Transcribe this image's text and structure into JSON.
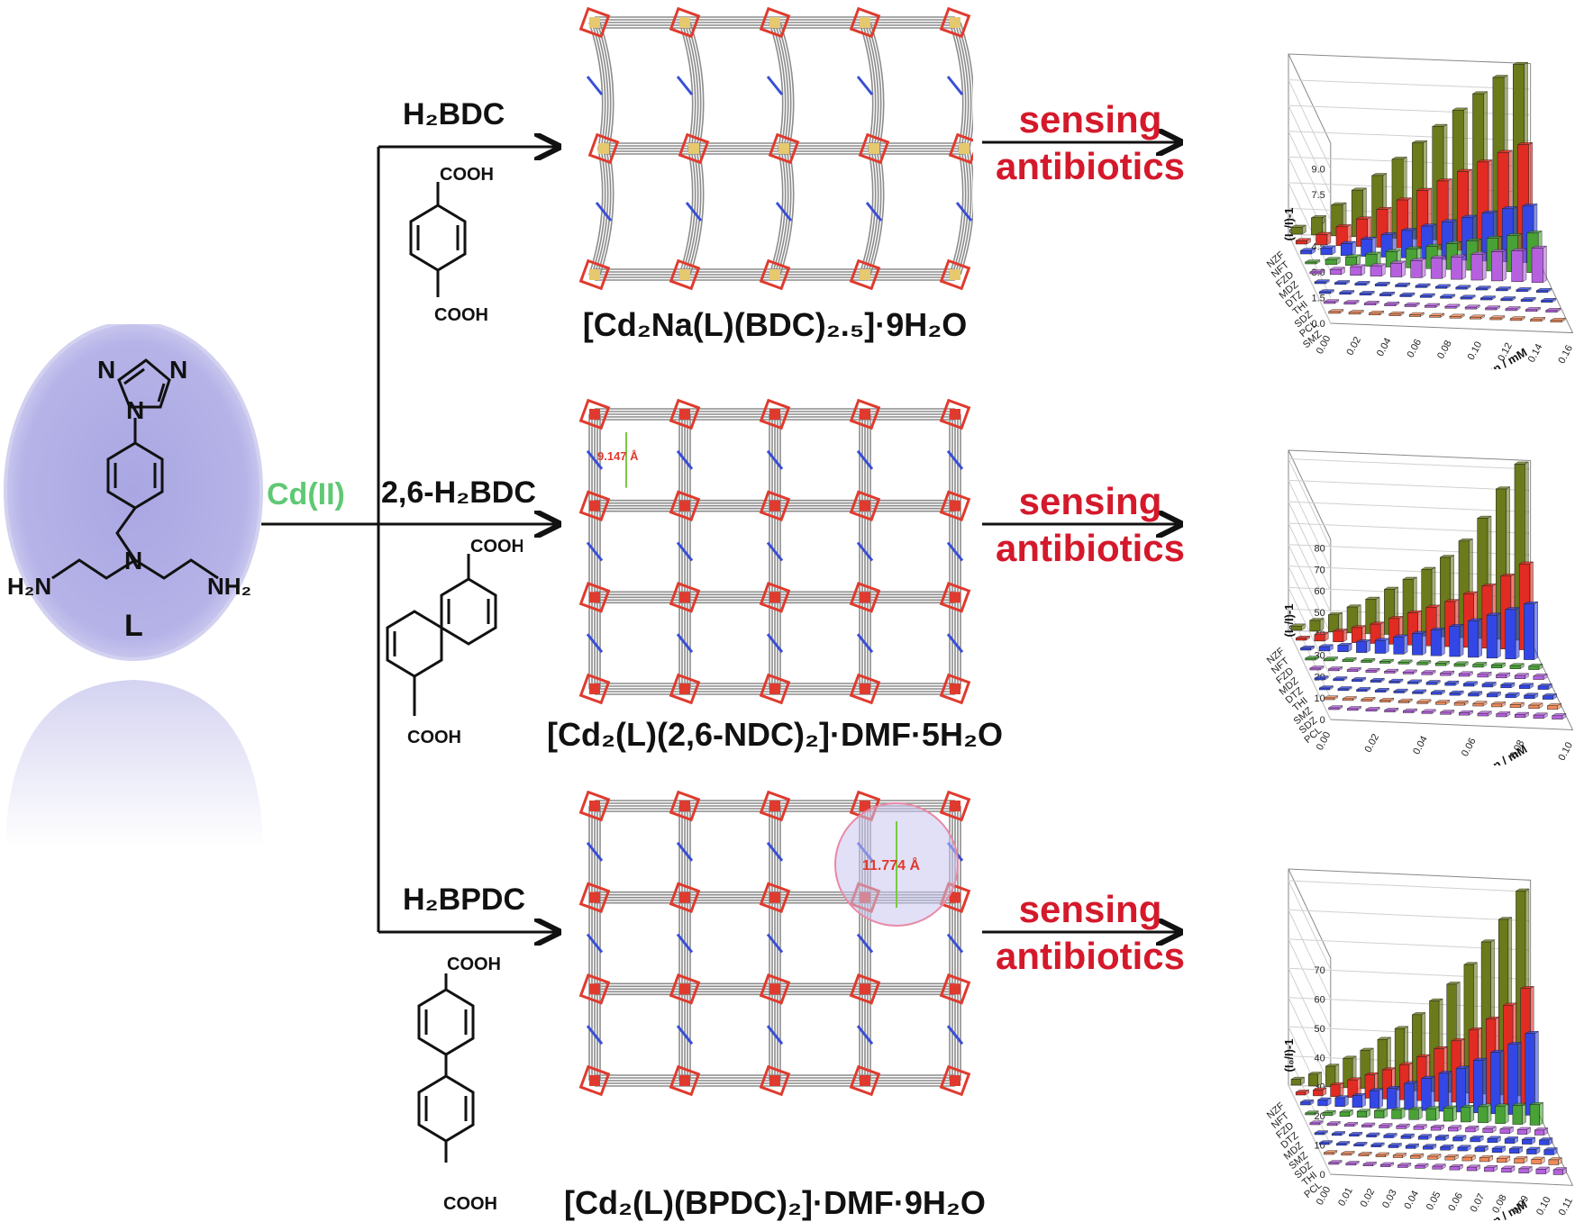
{
  "metal": {
    "label": "Cd(II)",
    "color": "#5fc873"
  },
  "ligand": {
    "label": "L",
    "atoms": {
      "n_top": "N",
      "n_left": "N",
      "n_right": "N",
      "n_amine": "N",
      "nh2_left": "H₂N",
      "nh2_right": "NH₂"
    },
    "ellipse_color": "#b3b1e6"
  },
  "routes": [
    {
      "reagent": "H₂BDC",
      "acid_label_top": "COOH",
      "acid_label_bottom": "COOH",
      "formula": "[Cd₂Na(L)(BDC)₂.₅]·9H₂O",
      "sensing_line1": "sensing",
      "sensing_line2": "antibiotics"
    },
    {
      "reagent": "2,6-H₂BDC",
      "acid_label_top": "COOH",
      "acid_label_bottom": "COOH",
      "formula": "[Cd₂(L)(2,6-NDC)₂]·DMF·5H₂O",
      "pore_label": "9.147 Å",
      "sensing_line1": "sensing",
      "sensing_line2": "antibiotics"
    },
    {
      "reagent": "H₂BPDC",
      "acid_label_top": "COOH",
      "acid_label_bottom": "COOH",
      "formula": "[Cd₂(L)(BPDC)₂]·DMF·9H₂O",
      "pore_label": "11.774 Å",
      "sensing_line1": "sensing",
      "sensing_line2": "antibiotics"
    }
  ],
  "colors": {
    "sensing": "#d4192b",
    "arrow": "#111111",
    "framework_grey": "#8c8c8c",
    "framework_red": "#e03a2e",
    "framework_blue": "#3a4fd6",
    "framework_yellow": "#e6c86e"
  },
  "chart_data": [
    {
      "type": "bar",
      "ylabel": "(I₀/I)-1",
      "xlabel": "Concentration / mM",
      "yticks": [
        "0.0",
        "1.5",
        "3.0",
        "4.5",
        "6.0",
        "7.5",
        "9.0"
      ],
      "ylim": [
        0,
        10.5
      ],
      "xticks": [
        "0.00",
        "0.02",
        "0.04",
        "0.06",
        "0.08",
        "0.10",
        "0.12",
        "0.14",
        "0.16"
      ],
      "categories": [
        "NZF",
        "NFT",
        "FZD",
        "MDZ",
        "DTZ",
        "THI",
        "SDZ",
        "PCL",
        "SMZ"
      ],
      "series": [
        {
          "name": "NZF",
          "color": "#6b7a1a",
          "values": [
            0.4,
            1.0,
            1.8,
            2.7,
            3.6,
            4.6,
            5.6,
            6.6,
            7.6,
            8.6,
            9.6,
            10.4
          ]
        },
        {
          "name": "NFT",
          "color": "#e22b22",
          "values": [
            0.2,
            0.6,
            1.1,
            1.6,
            2.2,
            2.8,
            3.4,
            4.0,
            4.6,
            5.2,
            5.8,
            6.3
          ]
        },
        {
          "name": "FZD",
          "color": "#3347e6",
          "values": [
            0.2,
            0.4,
            0.7,
            1.0,
            1.3,
            1.6,
            1.9,
            2.2,
            2.5,
            2.8,
            3.1,
            3.3
          ]
        },
        {
          "name": "MDZ",
          "color": "#48a235",
          "values": [
            0.1,
            0.3,
            0.5,
            0.7,
            0.9,
            1.1,
            1.3,
            1.5,
            1.7,
            1.9,
            2.1,
            2.3
          ]
        },
        {
          "name": "DTZ",
          "color": "#b660e0",
          "values": [
            0.1,
            0.3,
            0.5,
            0.6,
            0.8,
            1.0,
            1.2,
            1.3,
            1.5,
            1.7,
            1.8,
            2.0
          ]
        },
        {
          "name": "THI",
          "color": "#3347e6",
          "values": [
            0.05,
            0.05,
            0.05,
            0.06,
            0.06,
            0.07,
            0.07,
            0.08,
            0.08,
            0.09,
            0.09,
            0.1
          ]
        },
        {
          "name": "SDZ",
          "color": "#3347e6",
          "values": [
            0.05,
            0.05,
            0.05,
            0.06,
            0.06,
            0.07,
            0.07,
            0.08,
            0.08,
            0.09,
            0.09,
            0.1
          ]
        },
        {
          "name": "PCL",
          "color": "#b660e0",
          "values": [
            0.05,
            0.05,
            0.05,
            0.06,
            0.06,
            0.07,
            0.07,
            0.08,
            0.08,
            0.09,
            0.09,
            0.1
          ]
        },
        {
          "name": "SMZ",
          "color": "#f08a5a",
          "values": [
            0.05,
            0.05,
            0.05,
            0.06,
            0.06,
            0.07,
            0.07,
            0.08,
            0.08,
            0.09,
            0.09,
            0.1
          ]
        }
      ]
    },
    {
      "type": "bar",
      "ylabel": "(I₀/I)-1",
      "xlabel": "Concentration / mM",
      "yticks": [
        "0",
        "10",
        "20",
        "30",
        "40",
        "50",
        "60",
        "70",
        "80"
      ],
      "ylim": [
        0,
        84
      ],
      "xticks": [
        "0.00",
        "0.02",
        "0.04",
        "0.06",
        "0.08",
        "0.10"
      ],
      "categories": [
        "NZF",
        "NFT",
        "FZD",
        "MDZ",
        "DTZ",
        "THI",
        "SMZ",
        "SDZ",
        "PCL"
      ],
      "series": [
        {
          "name": "NZF",
          "color": "#6b7a1a",
          "values": [
            2,
            5,
            8,
            12,
            16,
            21,
            26,
            31,
            37,
            45,
            56,
            70,
            82
          ]
        },
        {
          "name": "NFT",
          "color": "#e22b22",
          "values": [
            1,
            3,
            5,
            7,
            9,
            12,
            15,
            18,
            21,
            25,
            29,
            34,
            40
          ]
        },
        {
          "name": "FZD",
          "color": "#3347e6",
          "values": [
            1,
            2,
            3,
            5,
            6,
            8,
            10,
            12,
            14,
            17,
            20,
            23,
            26
          ]
        },
        {
          "name": "MDZ",
          "color": "#48a235",
          "values": [
            0.5,
            0.5,
            0.6,
            0.7,
            0.8,
            0.9,
            1.0,
            1.1,
            1.2,
            1.3,
            1.4,
            1.5,
            1.6
          ]
        },
        {
          "name": "DTZ",
          "color": "#b660e0",
          "values": [
            0.5,
            0.5,
            0.6,
            0.7,
            0.8,
            0.9,
            1.0,
            1.1,
            1.2,
            1.3,
            1.4,
            1.5,
            1.6
          ]
        },
        {
          "name": "THI",
          "color": "#3347e6",
          "values": [
            0.5,
            0.5,
            0.6,
            0.7,
            0.8,
            0.9,
            1.0,
            1.1,
            1.2,
            1.3,
            1.4,
            1.5,
            1.6
          ]
        },
        {
          "name": "SMZ",
          "color": "#3347e6",
          "values": [
            0.5,
            0.5,
            0.6,
            0.7,
            0.8,
            0.9,
            1.0,
            1.1,
            1.2,
            1.3,
            1.4,
            1.5,
            1.6
          ]
        },
        {
          "name": "SDZ",
          "color": "#f08a5a",
          "values": [
            0.5,
            0.5,
            0.6,
            0.7,
            0.8,
            0.9,
            1.0,
            1.1,
            1.2,
            1.3,
            1.4,
            1.5,
            1.6
          ]
        },
        {
          "name": "PCL",
          "color": "#b660e0",
          "values": [
            0.5,
            0.5,
            0.6,
            0.7,
            0.8,
            0.9,
            1.0,
            1.1,
            1.2,
            1.3,
            1.4,
            1.5,
            1.6
          ]
        }
      ]
    },
    {
      "type": "bar",
      "ylabel": "(I₀/I)-1",
      "xlabel": "Concentration / mM",
      "yticks": [
        "0",
        "10",
        "20",
        "30",
        "40",
        "50",
        "60",
        "70"
      ],
      "ylim": [
        0,
        74
      ],
      "xticks": [
        "0.00",
        "0.01",
        "0.02",
        "0.03",
        "0.04",
        "0.05",
        "0.06",
        "0.07",
        "0.08",
        "0.09",
        "0.10",
        "0.11"
      ],
      "categories": [
        "NZF",
        "NFT",
        "FZD",
        "DTZ",
        "MDZ",
        "SMZ",
        "SDZ",
        "THI",
        "PCL"
      ],
      "series": [
        {
          "name": "NZF",
          "color": "#6b7a1a",
          "values": [
            2,
            4,
            7,
            10,
            13,
            17,
            21,
            26,
            31,
            37,
            44,
            52,
            60,
            70
          ]
        },
        {
          "name": "NFT",
          "color": "#e22b22",
          "values": [
            1,
            2,
            4,
            6,
            8,
            10,
            12,
            15,
            18,
            21,
            25,
            29,
            34,
            40
          ]
        },
        {
          "name": "FZD",
          "color": "#3347e6",
          "values": [
            1,
            2,
            3,
            4,
            6,
            7,
            9,
            11,
            13,
            15,
            18,
            21,
            24,
            28
          ]
        },
        {
          "name": "DTZ",
          "color": "#48a235",
          "values": [
            0.5,
            1,
            1.5,
            2,
            2.5,
            3,
            3.5,
            4,
            4.5,
            5,
            5.5,
            6,
            6.5,
            7
          ]
        },
        {
          "name": "MDZ",
          "color": "#b660e0",
          "values": [
            0.5,
            0.5,
            0.6,
            0.7,
            0.8,
            0.9,
            1.0,
            1.1,
            1.2,
            1.3,
            1.4,
            1.5,
            1.6,
            1.7
          ]
        },
        {
          "name": "SMZ",
          "color": "#3347e6",
          "values": [
            0.5,
            0.5,
            0.6,
            0.7,
            0.8,
            0.9,
            1.0,
            1.1,
            1.2,
            1.3,
            1.4,
            1.5,
            1.6,
            1.7
          ]
        },
        {
          "name": "SDZ",
          "color": "#3347e6",
          "values": [
            0.5,
            0.5,
            0.6,
            0.7,
            0.8,
            0.9,
            1.0,
            1.1,
            1.2,
            1.3,
            1.4,
            1.5,
            1.6,
            1.7
          ]
        },
        {
          "name": "THI",
          "color": "#f08a5a",
          "values": [
            0.5,
            0.5,
            0.6,
            0.7,
            0.8,
            0.9,
            1.0,
            1.1,
            1.2,
            1.3,
            1.4,
            1.5,
            1.6,
            1.7
          ]
        },
        {
          "name": "PCL",
          "color": "#b660e0",
          "values": [
            0.5,
            0.5,
            0.6,
            0.7,
            0.8,
            0.9,
            1.0,
            1.1,
            1.2,
            1.3,
            1.4,
            1.5,
            1.6,
            1.7
          ]
        }
      ]
    }
  ]
}
